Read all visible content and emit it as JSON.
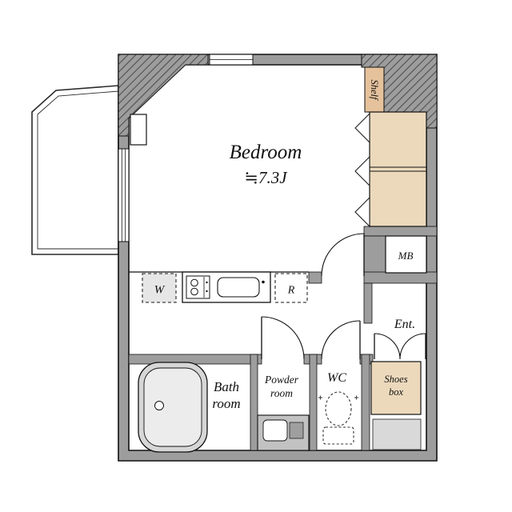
{
  "floorplan": {
    "bedroom": {
      "name": "Bedroom",
      "size": "≒7.3J"
    },
    "bath": {
      "line1": "Bath",
      "line2": "room"
    },
    "powder": {
      "line1": "Powder",
      "line2": "room"
    },
    "wc": {
      "label": "WC"
    },
    "entrance": {
      "label": "Ent."
    },
    "shelf": {
      "label": "Shelf"
    },
    "meter_box": {
      "label": "MB"
    },
    "washer": {
      "label": "W"
    },
    "refrigerator": {
      "label": "R"
    },
    "shoes_box": {
      "line1": "Shoes",
      "line2": "box"
    },
    "colors": {
      "wall": "#9d9d9d",
      "hatch": "#4f4f4f",
      "storage": "#ecd9bc",
      "shelf_strip": "#e5c29c",
      "fixture": "#d6d6d6",
      "line": "#111111"
    }
  }
}
